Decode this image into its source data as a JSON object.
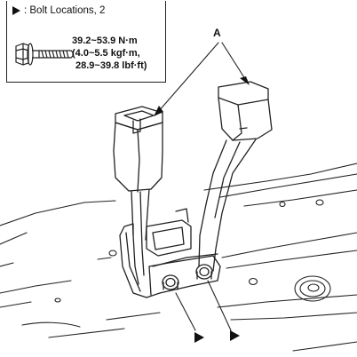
{
  "legend": {
    "bolt_locations": ": Bolt Locations, 2",
    "torque": [
      "39.2~53.9 N·m",
      "(4.0~5.5 kgf·m,",
      "28.9~39.8 lbf·ft)"
    ]
  },
  "callout_label": "A",
  "icons": {
    "location_marker": "triangle-pointer-icon",
    "bolt": "flange-bolt-icon"
  }
}
